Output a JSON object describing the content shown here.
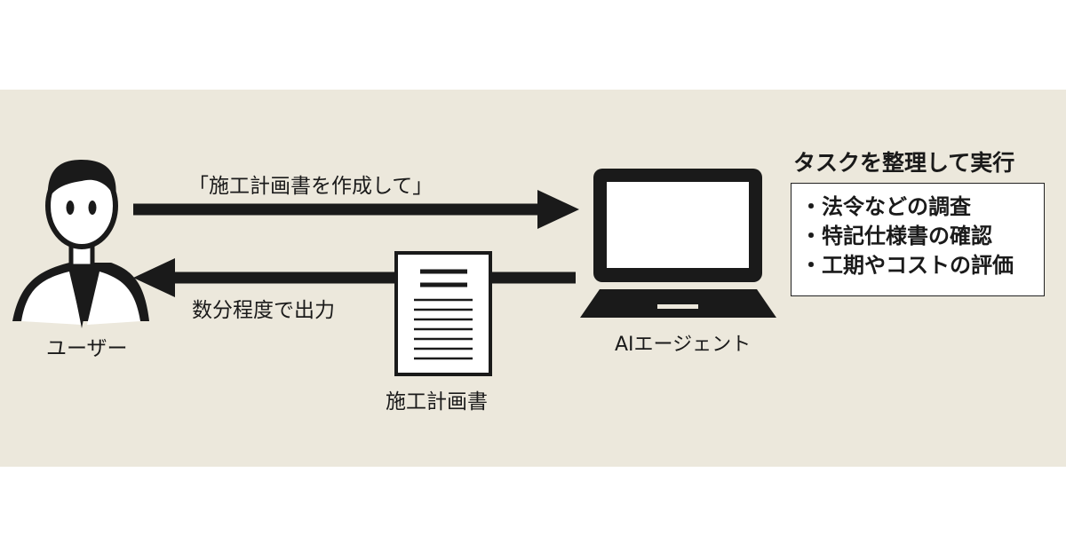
{
  "labels": {
    "request": "「施工計画書を作成して」",
    "output": "数分程度で出力",
    "user": "ユーザー",
    "agent": "AIエージェント",
    "document": "施工計画書"
  },
  "tasks": {
    "heading": "タスクを整理して実行",
    "items": [
      "・法令などの調査",
      "・特記仕様書の確認",
      "・工期やコストの評価"
    ]
  },
  "colors": {
    "background": "#ffffff",
    "panel": "#ece8dc",
    "ink": "#1a1a1a"
  },
  "icons": {
    "user": "person-icon",
    "agent": "laptop-icon",
    "document": "document-icon"
  }
}
